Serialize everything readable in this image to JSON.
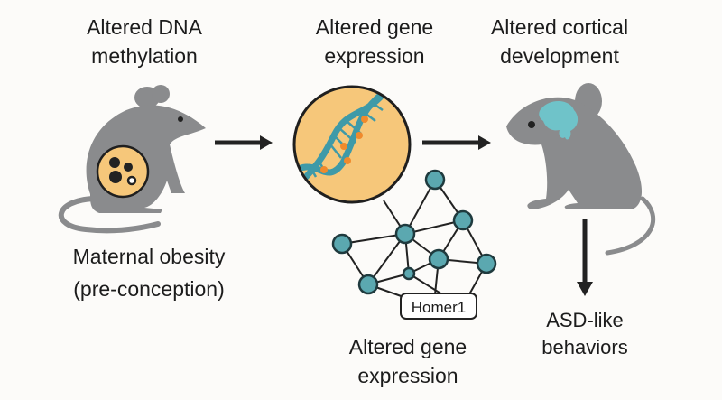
{
  "headings": {
    "step1": [
      "Altered DNA",
      "methylation"
    ],
    "step2": [
      "Altered gene",
      "expression"
    ],
    "step3": [
      "Altered cortical",
      "development"
    ]
  },
  "maternal_label": [
    "Maternal obesity",
    "(pre-conception)"
  ],
  "network_label": [
    "Altered gene",
    "expression"
  ],
  "gene_tag": "Homer1",
  "outcome_label": [
    "ASD-like",
    "behaviors"
  ],
  "colors": {
    "mouse": "#8a8b8d",
    "fat_circle": "#f6c77a",
    "dna_strand": "#3f9aa8",
    "methyl_dot": "#f08a2c",
    "node": "#5ba8b0",
    "brain": "#6fc3c9",
    "arrow": "#222222"
  },
  "icons": [
    "obese-mouse-icon",
    "dna-helix-icon",
    "gene-network-icon",
    "mouse-brain-icon",
    "arrow-right-icon",
    "arrow-down-icon"
  ]
}
